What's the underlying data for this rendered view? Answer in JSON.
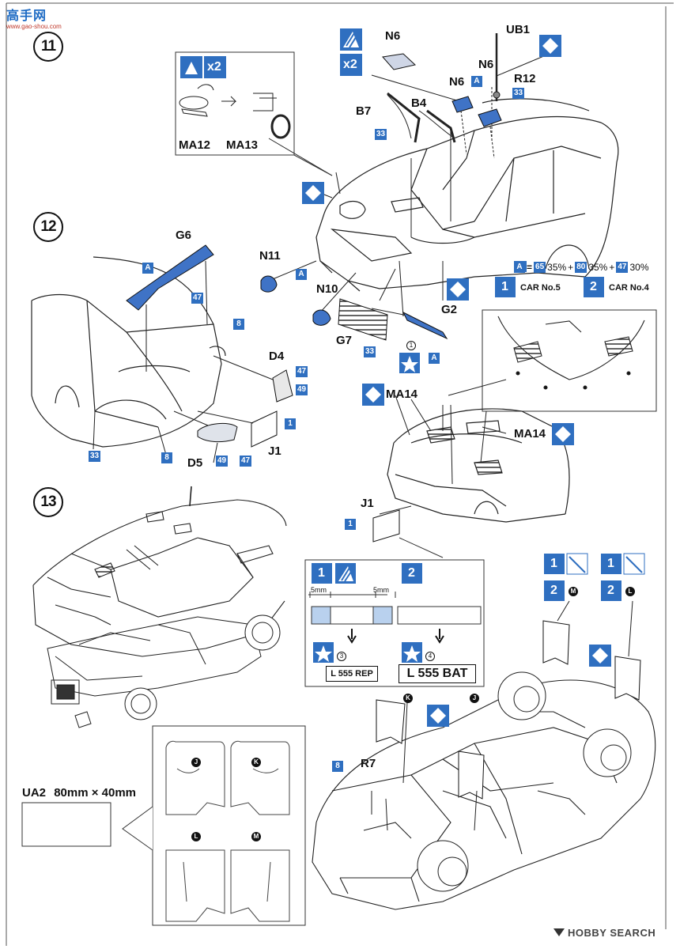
{
  "header": {
    "site_logo": "高手网",
    "site_url": "www.gao-shou.com"
  },
  "steps": [
    "11",
    "12",
    "13"
  ],
  "parts": {
    "ub1": "UB1",
    "n6_top": "N6",
    "n6_mid": "N6",
    "n6_low": "N6",
    "r12": "R12",
    "b7": "B7",
    "b4": "B4",
    "ma12": "MA12",
    "ma13": "MA13",
    "g6": "G6",
    "n11": "N11",
    "n10": "N10",
    "g7": "G7",
    "g2": "G2",
    "d4": "D4",
    "d5": "D5",
    "j1_step12": "J1",
    "j1_step13": "J1",
    "ma14_left": "MA14",
    "ma14_right": "MA14",
    "r7": "R7"
  },
  "quantities": {
    "x2_a": "x2",
    "x2_b": "x2"
  },
  "paint_codes": {
    "c33_a": "33",
    "c33_b": "33",
    "c33_c": "33",
    "c33_d": "33",
    "c47_a": "47",
    "c47_b": "47",
    "c47_c": "47",
    "c49_a": "49",
    "c49_b": "49",
    "c8_a": "8",
    "c8_b": "8",
    "c8_c": "8",
    "c1_a": "1",
    "c1_b": "1",
    "mix_a_1": "A",
    "mix_a_2": "A",
    "mix_a_3": "A",
    "mix_a_4": "A",
    "mix_a_5": "A"
  },
  "color_mix": {
    "label": "A",
    "c1": "65",
    "p1": "35%",
    "c2": "80",
    "p2": "35%",
    "c3": "47",
    "p3": "30%"
  },
  "car_legend": {
    "car1_num": "1",
    "car1": "CAR No.5",
    "car2_num": "2",
    "car2": "CAR No.4"
  },
  "decal_numbers": {
    "d1": "1",
    "d3": "3",
    "d4": "4"
  },
  "plates": {
    "num1": "1",
    "num2": "2",
    "mm_a": "5mm",
    "mm_b": "5mm",
    "sub3": "3",
    "sub4": "4",
    "plate_rep": "L 555 REP",
    "plate_bat": "L 555 BAT"
  },
  "mudflap_badges": {
    "m": "M",
    "l": "L",
    "k": "K",
    "j": "J",
    "n1": "1",
    "n2": "2",
    "n1b": "1",
    "n2b": "2"
  },
  "mudflap_sheet": {
    "j": "J",
    "k": "K",
    "l": "L",
    "m": "M"
  },
  "ua2": {
    "label": "UA2",
    "size": "80mm × 40mm"
  },
  "footer": {
    "brand": "HOBBY SEARCH"
  },
  "colors": {
    "accent_blue": "#2f6fc0",
    "part_fill": "#3f73c6",
    "line": "#111111"
  }
}
